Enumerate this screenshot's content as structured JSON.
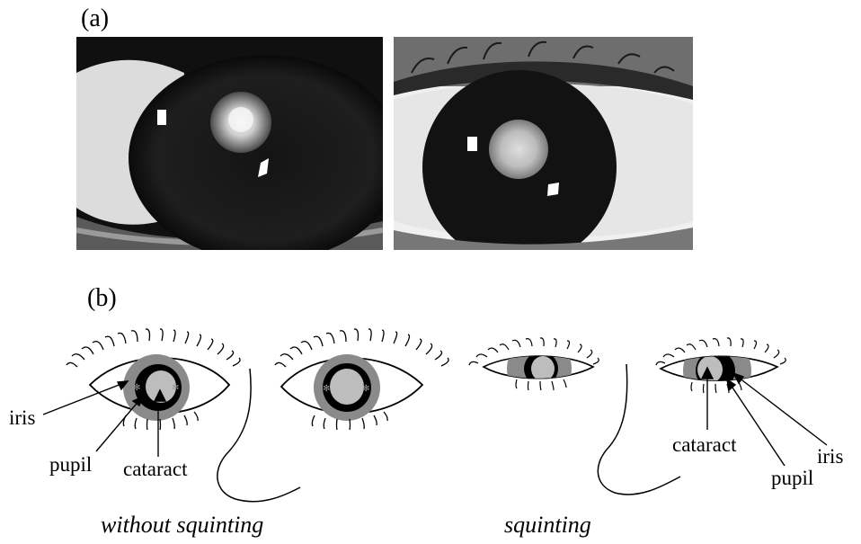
{
  "panels": {
    "a": "(a)",
    "b": "(b)"
  },
  "annotations": {
    "left_eye": {
      "iris": "iris",
      "pupil": "pupil",
      "cataract": "cataract"
    },
    "right_eye": {
      "cataract": "cataract",
      "pupil": "pupil",
      "iris": "iris"
    }
  },
  "captions": {
    "without": "without squinting",
    "with": "squinting"
  },
  "colors": {
    "iris_gray": "#8a8a8a",
    "cataract_light": "#bdbdbd",
    "pupil_ring": "#000000",
    "sclera": "#ffffff"
  }
}
